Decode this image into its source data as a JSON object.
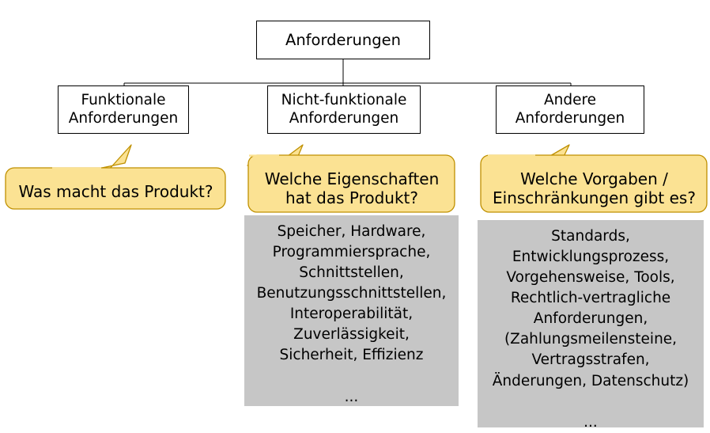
{
  "diagram": {
    "title": "Anforderungen",
    "root": {
      "label": "Anforderungen"
    },
    "children": [
      {
        "id": "funktionale",
        "label": "Funktionale\nAnforderungen",
        "callout": "Was macht das Produkt?",
        "details": null
      },
      {
        "id": "nicht-funktionale",
        "label": "Nicht-funktionale\nAnforderungen",
        "callout": "Welche Eigenschaften\nhat das Produkt?",
        "details": "Speicher, Hardware,\nProgrammiersprache,\nSchnittstellen,\nBenutzungsschnittstellen,\nInteroperabilität,\nZuverlässigkeit,\nSicherheit, Effizienz\n\n..."
      },
      {
        "id": "andere",
        "label": "Andere\nAnforderungen",
        "callout": "Welche Vorgaben /\nEinschränkungen gibt es?",
        "details": "Standards,\nEntwicklungsprozess,\nVorgehensweise, Tools,\nRechtlich-vertragliche\nAnforderungen,\n(Zahlungsmeilensteine,\nVertragsstrafen,\nÄnderungen, Datenschutz)\n\n..."
      }
    ],
    "colors": {
      "box_fill": "#ffffff",
      "box_border": "#000000",
      "callout_fill": "#fbe293",
      "callout_border": "#bf9000",
      "panel_fill": "#c6c6c6",
      "connector": "#000000",
      "text": "#000000"
    }
  }
}
